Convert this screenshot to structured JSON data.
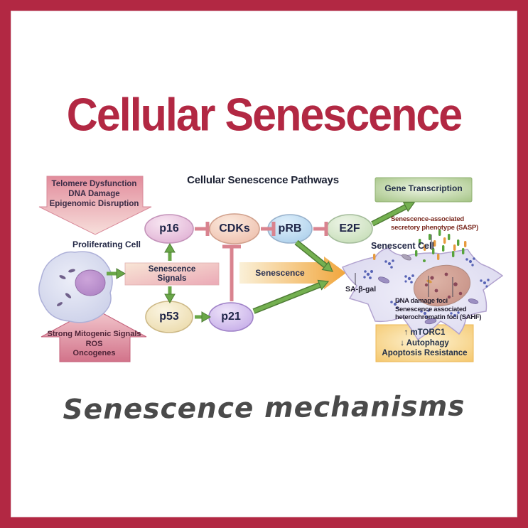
{
  "page": {
    "title": "Cellular Senescence",
    "caption": "Senescence mechanisms"
  },
  "diagram": {
    "title": "Cellular Senescence Pathways",
    "top_arrow": {
      "lines": [
        "Telomere Dysfunction",
        "DNA Damage",
        "Epigenomic Disruption"
      ]
    },
    "bottom_arrow": {
      "lines": [
        "Strong Mitogenic Signals",
        "ROS",
        "Oncogenes"
      ]
    },
    "proliferating_cell_label": "Proliferating Cell",
    "signals_box": {
      "line1": "Senescence",
      "line2": "Signals"
    },
    "nodes": {
      "p16": "p16",
      "cdks": "CDKs",
      "prb": "pRB",
      "e2f": "E2F",
      "p53": "p53",
      "p21": "p21"
    },
    "senescence_arrow_label": "Senescence",
    "gene_transcription_label": "Gene Transcription",
    "sasp_label": {
      "line1": "Senescence-associated",
      "line2": "secretory phenotype (SASP)"
    },
    "senescent_cell_label": "Senescent Cell",
    "sa_b_gal_label": "SA-β-gal",
    "foci_labels": [
      "DNA damage foci",
      "Senescence associated",
      "heterochromatin foci (SAHF)"
    ],
    "effects_box": {
      "lines": [
        "↑  mTORC1",
        "↓  Autophagy",
        "Apoptosis Resistance"
      ]
    }
  },
  "colors": {
    "frame_red": "#b22843",
    "title_red": "#b22843",
    "navy": "#232846",
    "maroon": "#7a291f",
    "green_arrow": "#69a748",
    "inhibition_rose": "#d9838f",
    "senescence_orange": "#f1a63c",
    "caption_gray": "#4a4a4a"
  }
}
